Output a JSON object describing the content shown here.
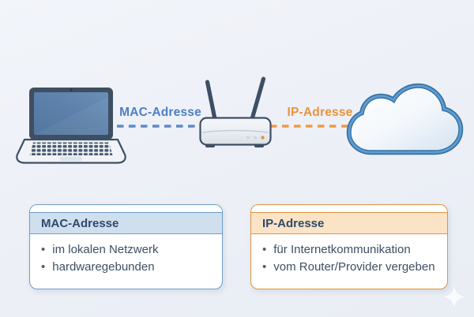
{
  "diagram": {
    "link_labels": {
      "mac": "MAC-Adresse",
      "ip": "IP-Adresse"
    },
    "devices": {
      "laptop": "laptop",
      "router": "wifi-router",
      "cloud": "internet-cloud"
    },
    "colors": {
      "mac_link_blue": "#4d7ec6",
      "ip_link_orange": "#e8943c",
      "device_outline": "#3e4f63",
      "laptop_screen_blue": "#5d81aa",
      "cloud_border_blue": "#5d9dd5",
      "router_led_orange": "#ea9440",
      "background": "#edf0f7"
    }
  },
  "cards": {
    "mac": {
      "title": "MAC-Adresse",
      "bullets": [
        "im lokalen Netzwerk",
        "hardwaregebunden"
      ],
      "border_color": "#6f9cc9",
      "header_bg": "#cfdfee"
    },
    "ip": {
      "title": "IP-Adresse",
      "bullets": [
        "für Internetkommunikation",
        "vom Router/Provider vergeben"
      ],
      "border_color": "#e0953f",
      "header_bg": "#fbe3c6"
    }
  }
}
